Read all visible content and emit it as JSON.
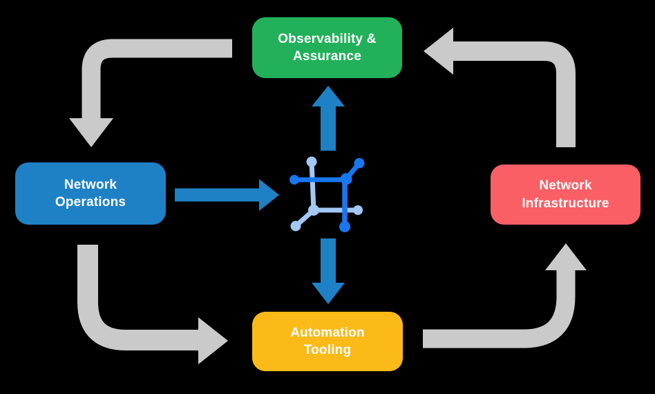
{
  "diagram": {
    "type": "cycle-flow-diagram",
    "background_color": "#000000"
  },
  "nodes": {
    "observability": {
      "line1": "Observability &",
      "line2": "Assurance",
      "color": "#22B15A",
      "text_color": "#FFFFFF"
    },
    "operations": {
      "line1": "Network",
      "line2": "Operations",
      "color": "#1E81C5",
      "text_color": "#FFFFFF"
    },
    "infrastructure": {
      "line1": "Network",
      "line2": "Infrastructure",
      "color": "#F95F65",
      "text_color": "#FFFFFF"
    },
    "automation": {
      "line1": "Automation",
      "line2": "Tooling",
      "color": "#FBBA17",
      "text_color": "#FFFFFF"
    }
  },
  "center_icon": {
    "name": "network-mesh-icon",
    "dark_color": "#1877F0",
    "light_color": "#A3C8F5"
  },
  "colors": {
    "cycle_arrow_gray": "#CACACA",
    "flow_arrow_blue": "#1E81C5"
  },
  "connections": [
    {
      "from": "Observability & Assurance",
      "to": "Network Operations",
      "style": "gray-cycle"
    },
    {
      "from": "Network Operations",
      "to": "Automation Tooling",
      "style": "gray-cycle"
    },
    {
      "from": "Automation Tooling",
      "to": "Network Infrastructure",
      "style": "gray-cycle"
    },
    {
      "from": "Network Infrastructure",
      "to": "Observability & Assurance",
      "style": "gray-cycle"
    },
    {
      "from": "Network Operations",
      "to": "center-icon",
      "style": "blue-flow"
    },
    {
      "from": "center-icon",
      "to": "Observability & Assurance",
      "style": "blue-flow"
    },
    {
      "from": "center-icon",
      "to": "Automation Tooling",
      "style": "blue-flow"
    }
  ]
}
